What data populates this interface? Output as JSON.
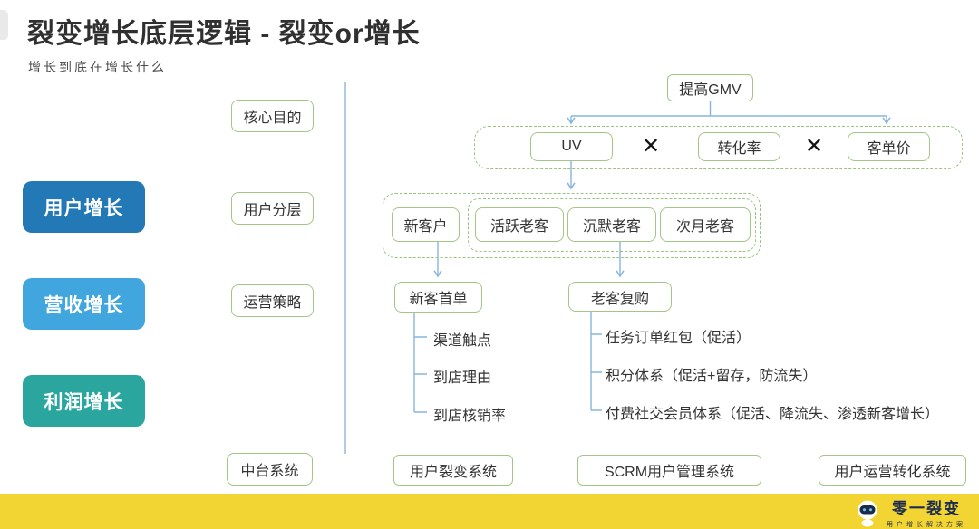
{
  "header": {
    "title": "裂变增长底层逻辑 - 裂变or增长",
    "subtitle": "增长到底在增长什么"
  },
  "growth_rows": [
    {
      "label": "用户增长",
      "color": "#2279b5"
    },
    {
      "label": "营收增长",
      "color": "#41a6de"
    },
    {
      "label": "利润增长",
      "color": "#2aa69f"
    }
  ],
  "stage_labels": [
    "核心目的",
    "用户分层",
    "运营策略",
    "中台系统"
  ],
  "gmv_formula": {
    "root": "提高GMV",
    "operator": "✕",
    "factors": [
      "UV",
      "转化率",
      "客单价"
    ]
  },
  "user_segments": {
    "new_customer": "新客户",
    "old_customers": [
      "活跃老客",
      "沉默老客",
      "次月老客"
    ]
  },
  "strategies": {
    "new_first_order": {
      "title": "新客首单",
      "items": [
        "渠道触点",
        "到店理由",
        "到店核销率"
      ]
    },
    "repurchase": {
      "title": "老客复购",
      "items": [
        "任务订单红包（促活）",
        "积分体系（促活+留存，防流失）",
        "付费社交会员体系（促活、降流失、渗透新客增长）"
      ]
    }
  },
  "systems": [
    "用户裂变系统",
    "SCRM用户管理系统",
    "用户运营转化系统"
  ],
  "footer": {
    "brand": "零一裂变",
    "slogan": "用户增长解决方案"
  },
  "colors": {
    "accent_yellow": "#f2d432",
    "green_border": "#a3c585",
    "connector_blue": "#88b5e0",
    "brand_navy": "#1c2b4d"
  }
}
